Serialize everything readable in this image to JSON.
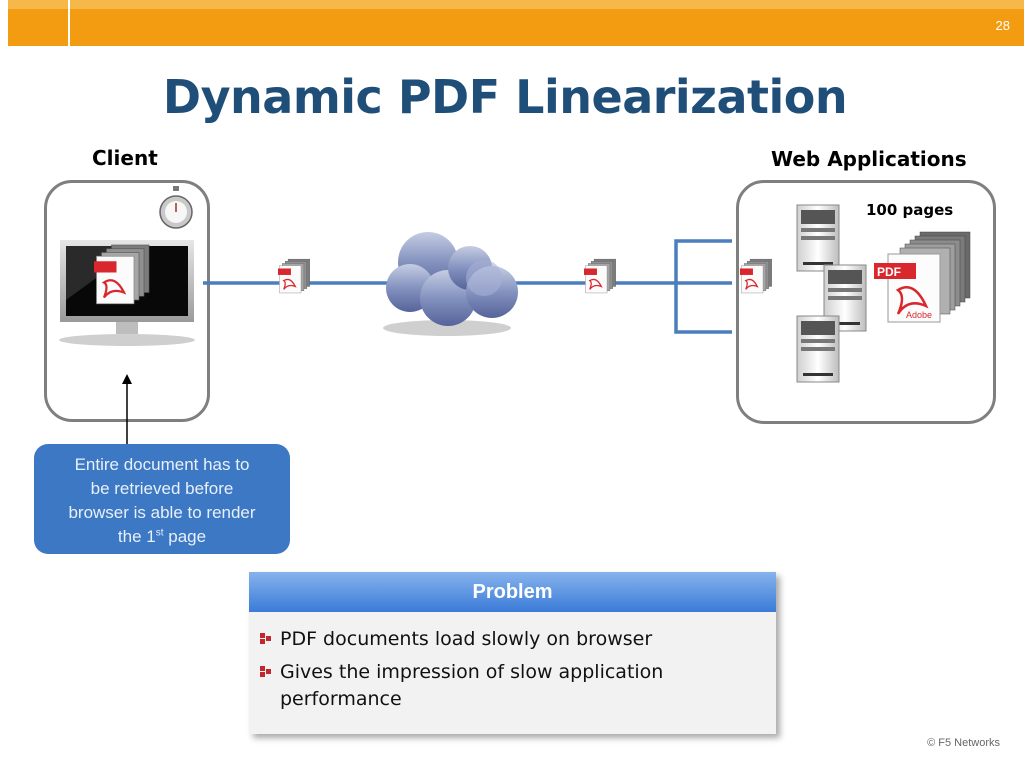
{
  "slide": {
    "number": "28",
    "title": "Dynamic PDF Linearization",
    "footer": "© F5 Networks"
  },
  "diagram": {
    "client_label": "Client",
    "server_label": "Web Applications",
    "pages_label": "100 pages",
    "doc_icon_text": "PDF",
    "doc_brand_text": "Adobe"
  },
  "callout": {
    "line1": "Entire document has to",
    "line2": "be retrieved before",
    "line3": "browser is able to render",
    "line4_pre": "the 1",
    "line4_sup": "st",
    "line4_post": " page"
  },
  "problem_panel": {
    "header": "Problem",
    "bullets": [
      "PDF documents load slowly on browser",
      "Gives the impression of slow application performance"
    ]
  },
  "colors": {
    "accent": "#f39c12",
    "title": "#1f4e79",
    "callout": "#3d78c4",
    "connector": "#4a7ebf",
    "bullet": "#c0282d"
  }
}
